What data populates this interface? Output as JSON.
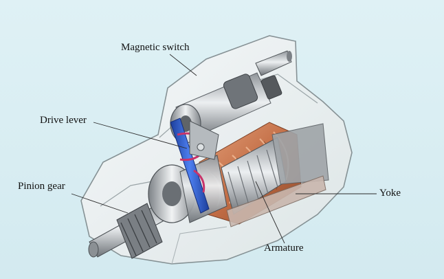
{
  "labels": {
    "magnetic_switch": "Magnetic switch",
    "drive_lever": "Drive lever",
    "pinion_gear": "Pinion gear",
    "yoke": "Yoke",
    "armature": "Armature"
  },
  "colors": {
    "background": "#d8eef3",
    "housing": "#eef2f3",
    "metal": "#b9bdc1",
    "copper": "#c97a52",
    "lever": "#2f5fd0",
    "accent": "#c8346a"
  }
}
